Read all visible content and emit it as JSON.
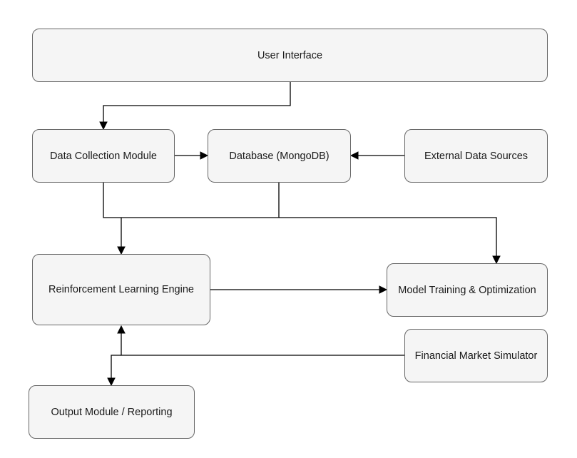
{
  "diagram": {
    "nodes": [
      {
        "id": "ui",
        "label": "User Interface"
      },
      {
        "id": "dc",
        "label": "Data Collection Module"
      },
      {
        "id": "db",
        "label": "Database (MongoDB)"
      },
      {
        "id": "ext",
        "label": "External Data Sources"
      },
      {
        "id": "rl",
        "label": "Reinforcement Learning Engine"
      },
      {
        "id": "mt",
        "label": "Model Training & Optimization"
      },
      {
        "id": "fms",
        "label": "Financial Market Simulator"
      },
      {
        "id": "out",
        "label": "Output Module / Reporting"
      }
    ],
    "edges": [
      {
        "from": "ui",
        "to": "dc"
      },
      {
        "from": "dc",
        "to": "db"
      },
      {
        "from": "ext",
        "to": "db"
      },
      {
        "from": "dc",
        "to": "rl"
      },
      {
        "from": "db",
        "to": "rl"
      },
      {
        "from": "db",
        "to": "mt"
      },
      {
        "from": "rl",
        "to": "mt"
      },
      {
        "from": "fms",
        "to": "rl"
      },
      {
        "from": "fms",
        "to": "out"
      }
    ]
  }
}
